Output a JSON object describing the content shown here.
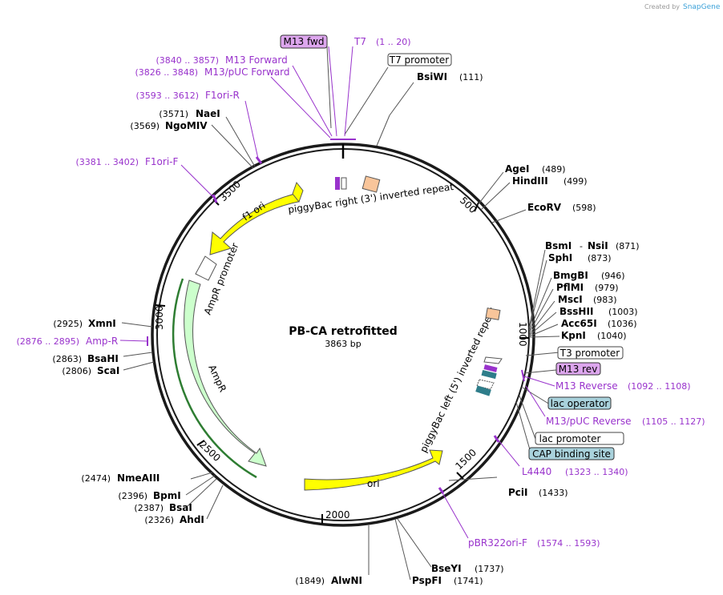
{
  "watermark": {
    "prefix": "Created by",
    "brand": "SnapGene"
  },
  "plasmid": {
    "name": "PB-CA retrofitted",
    "length_label": "3863 bp"
  },
  "ticks": [
    "500",
    "1000",
    "1500",
    "2000",
    "2500",
    "3000",
    "3500"
  ],
  "features": {
    "piggybac_right": "piggyBac right (3') inverted repeat",
    "piggybac_left": "piggyBac left (5') inverted repeat",
    "f1_ori": "f1 ori",
    "ampr_promoter": "AmpR promoter",
    "ampr": "AmpR",
    "ori": "ori"
  },
  "enzymes": {
    "bsiwi": {
      "name": "BsiWI",
      "pos": "(111)"
    },
    "agei": {
      "name": "AgeI",
      "pos": "(489)"
    },
    "hindiii": {
      "name": "HindIII",
      "pos": "(499)"
    },
    "ecorv": {
      "name": "EcoRV",
      "pos": "(598)"
    },
    "bsmi": {
      "name": "BsmI",
      "sep": "-",
      "name2": "NsiI",
      "pos": "(871)"
    },
    "sphi": {
      "name": "SphI",
      "pos": "(873)"
    },
    "bmgbi": {
      "name": "BmgBI",
      "pos": "(946)"
    },
    "pfimi": {
      "name": "PflMI",
      "pos": "(979)"
    },
    "msci": {
      "name": "MscI",
      "pos": "(983)"
    },
    "bsshii": {
      "name": "BssHII",
      "pos": "(1003)"
    },
    "acc65i": {
      "name": "Acc65I",
      "pos": "(1036)"
    },
    "kpni": {
      "name": "KpnI",
      "pos": "(1040)"
    },
    "pcii": {
      "name": "PciI",
      "pos": "(1433)"
    },
    "bseyi": {
      "name": "BseYI",
      "pos": "(1737)"
    },
    "pspfi": {
      "name": "PspFI",
      "pos": "(1741)"
    },
    "alwni": {
      "name": "AlwNI",
      "pos": "(1849)"
    },
    "nmeaiii": {
      "name": "NmeAIII",
      "pos": "(2474)"
    },
    "bpmi": {
      "name": "BpmI",
      "pos": "(2396)"
    },
    "bsai": {
      "name": "BsaI",
      "pos": "(2387)"
    },
    "ahdi": {
      "name": "AhdI",
      "pos": "(2326)"
    },
    "xmni": {
      "name": "XmnI",
      "pos": "(2925)"
    },
    "bsahi": {
      "name": "BsaHI",
      "pos": "(2863)"
    },
    "scai": {
      "name": "ScaI",
      "pos": "(2806)"
    },
    "naei": {
      "name": "NaeI",
      "pos": "(3571)"
    },
    "ngomiv": {
      "name": "NgoMIV",
      "pos": "(3569)"
    }
  },
  "primers": {
    "m13fwd": "M13 fwd",
    "t7": {
      "name": "T7",
      "pos": "(1 .. 20)"
    },
    "m13forward": {
      "name": "M13 Forward",
      "pos": "(3840 .. 3857)"
    },
    "m13puc_forward": {
      "name": "M13/pUC Forward",
      "pos": "(3826 .. 3848)"
    },
    "f1ori_r": {
      "name": "F1ori-R",
      "pos": "(3593 .. 3612)"
    },
    "f1ori_f": {
      "name": "F1ori-F",
      "pos": "(3381 .. 3402)"
    },
    "amp_r": {
      "name": "Amp-R",
      "pos": "(2876 .. 2895)"
    },
    "m13rev": "M13 rev",
    "m13reverse": {
      "name": "M13 Reverse",
      "pos": "(1092 .. 1108)"
    },
    "m13puc_reverse": {
      "name": "M13/pUC Reverse",
      "pos": "(1105 .. 1127)"
    },
    "l4440": {
      "name": "L4440",
      "pos": "(1323 .. 1340)"
    },
    "pbr322": {
      "name": "pBR322ori-F",
      "pos": "(1574 .. 1593)"
    }
  },
  "boxes": {
    "t7_promoter": "T7 promoter",
    "t3_promoter": "T3 promoter",
    "lac_operator": "lac operator",
    "lac_promoter": "lac promoter",
    "cap_site": "CAP binding site"
  },
  "colors": {
    "backbone": "#1a1a1a",
    "primer": "#9933cc",
    "primer_box": "#dda6ee",
    "ori_fill": "#ffff00",
    "ampr_fill": "#ccffcc",
    "ampr_border": "#2e7d32",
    "protein_bind_box": "#a9d2dc",
    "misc_feature": "#f9c59a",
    "lac_operator_mark": "#2e7d8a"
  }
}
